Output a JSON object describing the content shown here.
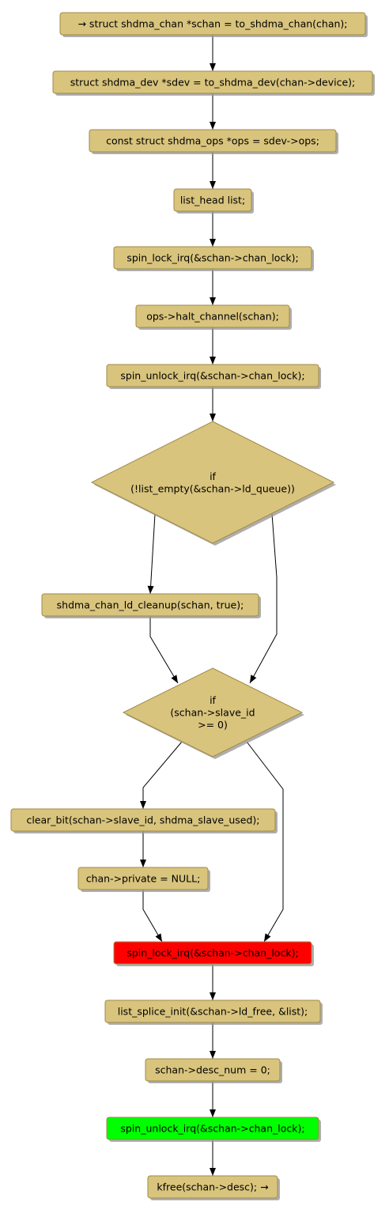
{
  "diagram": {
    "colors": {
      "node_fill": "#d9c47d",
      "node_border": "#a08a47",
      "highlight_red": "#ff0000",
      "highlight_green": "#00ff00",
      "edge": "#000000"
    },
    "nodes": [
      {
        "id": "n1",
        "shape": "box",
        "text": "→ struct shdma_chan *schan = to_shdma_chan(chan);"
      },
      {
        "id": "n2",
        "shape": "box",
        "text": "struct shdma_dev *sdev = to_shdma_dev(chan->device);"
      },
      {
        "id": "n3",
        "shape": "box",
        "text": "const struct shdma_ops *ops = sdev->ops;"
      },
      {
        "id": "n4",
        "shape": "box",
        "text": "list_head list;"
      },
      {
        "id": "n5",
        "shape": "box",
        "text": "spin_lock_irq(&schan->chan_lock);"
      },
      {
        "id": "n6",
        "shape": "box",
        "text": "ops->halt_channel(schan);"
      },
      {
        "id": "n7",
        "shape": "box",
        "text": "spin_unlock_irq(&schan->chan_lock);"
      },
      {
        "id": "d1",
        "shape": "diamond",
        "lines": [
          "if",
          "(!list_empty(&schan->ld_queue))"
        ]
      },
      {
        "id": "n8",
        "shape": "box",
        "text": "shdma_chan_ld_cleanup(schan, true);"
      },
      {
        "id": "d2",
        "shape": "diamond",
        "lines": [
          "if",
          "(schan->slave_id",
          ">= 0)"
        ]
      },
      {
        "id": "n9",
        "shape": "box",
        "text": "clear_bit(schan->slave_id, shdma_slave_used);"
      },
      {
        "id": "n10",
        "shape": "box",
        "text": "chan->private = NULL;"
      },
      {
        "id": "n11",
        "shape": "box",
        "text": "spin_lock_irq(&schan->chan_lock);",
        "highlight": "red"
      },
      {
        "id": "n12",
        "shape": "box",
        "text": "list_splice_init(&schan->ld_free, &list);"
      },
      {
        "id": "n13",
        "shape": "box",
        "text": "schan->desc_num = 0;"
      },
      {
        "id": "n14",
        "shape": "box",
        "text": "spin_unlock_irq(&schan->chan_lock);",
        "highlight": "green"
      },
      {
        "id": "n15",
        "shape": "box",
        "text": "kfree(schan->desc); →"
      }
    ],
    "edges": [
      {
        "from": "n1",
        "to": "n2"
      },
      {
        "from": "n2",
        "to": "n3"
      },
      {
        "from": "n3",
        "to": "n4"
      },
      {
        "from": "n4",
        "to": "n5"
      },
      {
        "from": "n5",
        "to": "n6"
      },
      {
        "from": "n6",
        "to": "n7"
      },
      {
        "from": "n7",
        "to": "d1"
      },
      {
        "from": "d1",
        "to": "n8"
      },
      {
        "from": "d1",
        "to": "d2"
      },
      {
        "from": "n8",
        "to": "d2"
      },
      {
        "from": "d2",
        "to": "n9"
      },
      {
        "from": "d2",
        "to": "n11"
      },
      {
        "from": "n9",
        "to": "n10"
      },
      {
        "from": "n10",
        "to": "n11"
      },
      {
        "from": "n11",
        "to": "n12"
      },
      {
        "from": "n12",
        "to": "n13"
      },
      {
        "from": "n13",
        "to": "n14"
      },
      {
        "from": "n14",
        "to": "n15"
      }
    ]
  }
}
